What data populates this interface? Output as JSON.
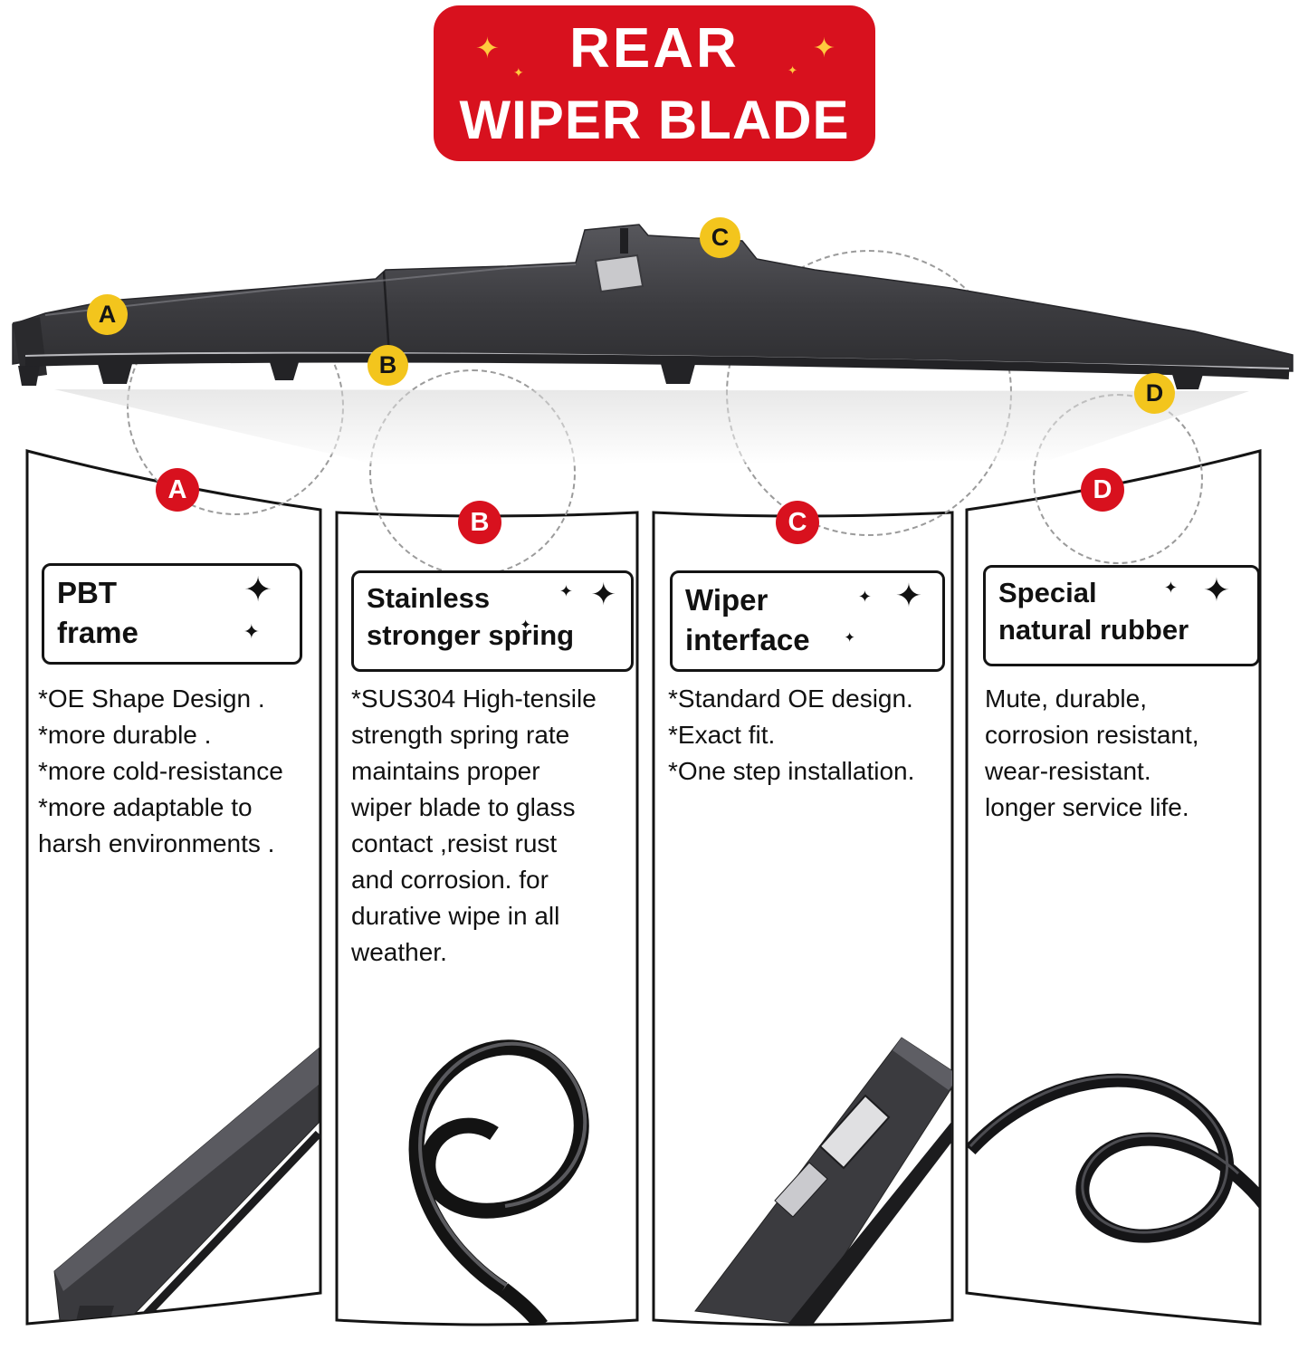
{
  "banner": {
    "line1": "REAR",
    "line2": "WIPER BLADE"
  },
  "icons": {
    "sparkle": "✦"
  },
  "panels": [
    {
      "letter": "A",
      "title": "PBT\nframe",
      "body": "*OE Shape Design .\n*more durable .\n*more cold-resistance\n*more adaptable to\nharsh environments .",
      "photo": "wiper-blade-tip"
    },
    {
      "letter": "B",
      "title": "Stainless\nstronger spring",
      "body": "*SUS304 High-tensile\nstrength spring rate\nmaintains proper\nwiper blade to glass\ncontact ,resist rust\nand corrosion. for\ndurative wipe in all\nweather.",
      "photo": "stainless-steel-spring"
    },
    {
      "letter": "C",
      "title": "Wiper\ninterface",
      "body": "*Standard OE design.\n*Exact fit.\n*One step installation.",
      "photo": "wiper-interface-bracket"
    },
    {
      "letter": "D",
      "title": "Special\nnatural rubber",
      "body": "Mute, durable,\ncorrosion resistant,\nwear-resistant.\nlonger service life.",
      "photo": "natural-rubber-strip"
    }
  ],
  "colors": {
    "banner_red": "#d8111e",
    "label_yellow": "#f3c51d",
    "text": "#111111"
  }
}
